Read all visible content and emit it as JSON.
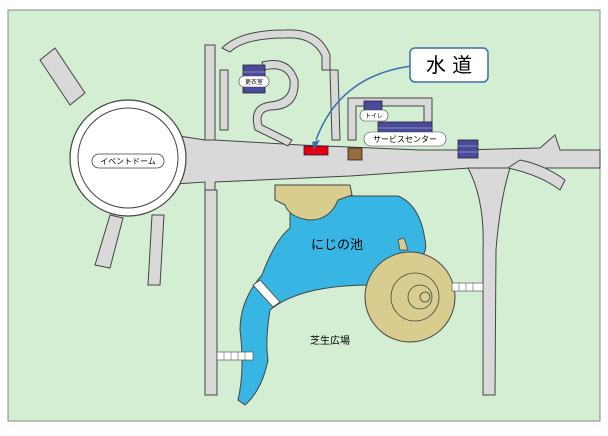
{
  "map": {
    "colors": {
      "background": "#d4eed4",
      "road": "#d9d9d9",
      "road_edge": "#444444",
      "pond": "#38b6e3",
      "plaza": "#d8cd8f",
      "marker_water": "#e60012",
      "building": "#4a4a9c",
      "brown_box": "#9a6a3a",
      "callout_arrow": "#3a6fb0"
    },
    "callout": {
      "text": "水 道"
    },
    "labels": {
      "event_dome": "イベントドーム",
      "changing_room": "更衣室",
      "toilet": "トイレ",
      "service_center": "サービスセンター",
      "pond": "にじの池",
      "lawn": "芝生広場"
    }
  }
}
